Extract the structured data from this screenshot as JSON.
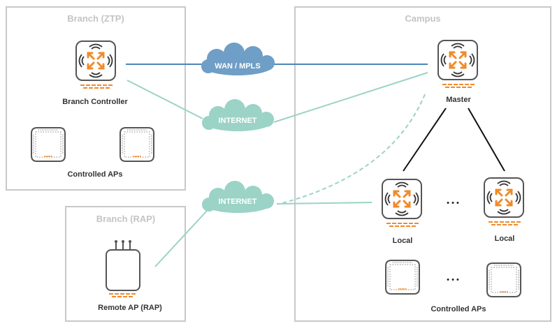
{
  "regions": {
    "branch_ztp": {
      "title": "Branch (ZTP)"
    },
    "branch_rap": {
      "title": "Branch (RAP)"
    },
    "campus": {
      "title": "Campus"
    }
  },
  "devices": {
    "branch_controller": "Branch Controller",
    "branch_controlled_aps": "Controlled APs",
    "remote_ap": "Remote AP (RAP)",
    "master": "Master",
    "local_1": "Local",
    "local_2": "Local",
    "campus_controlled_aps": "Controlled APs"
  },
  "clouds": {
    "wan": "WAN / MPLS",
    "internet_top": "INTERNET",
    "internet_bottom": "INTERNET"
  },
  "ellipsis": "• • •",
  "colors": {
    "region_border": "#c8c8c8",
    "wan_cloud": "#6f9ec6",
    "internet_cloud": "#9bd3c6",
    "wan_link": "#4d86b7",
    "internet_link": "#9bd3c6",
    "controller_arrows": "#f08a2a",
    "device_outline": "#555555",
    "local_link": "#111111"
  }
}
